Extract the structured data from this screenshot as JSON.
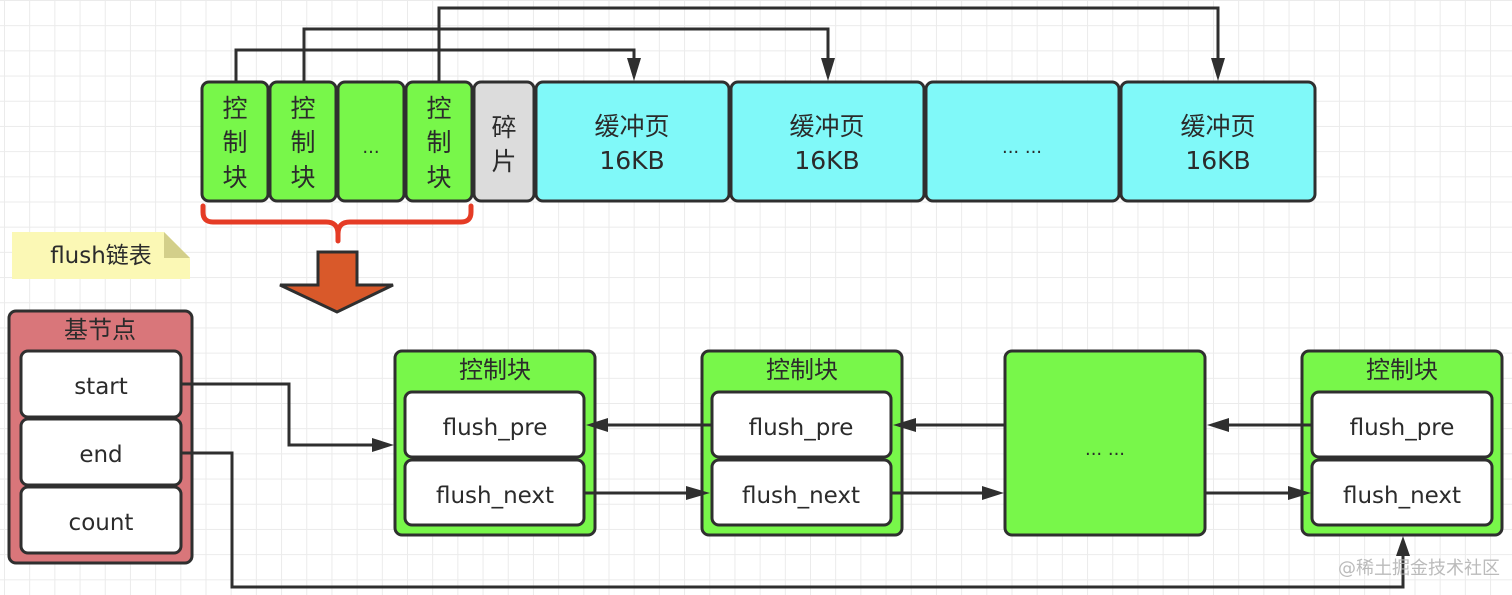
{
  "colors": {
    "control_block": "#78f74a",
    "fragment": "#dcdcdc",
    "buffer_page": "#80f9f9",
    "base_node": "#d9767a",
    "field": "#ffffff",
    "note": "#fbf8b5",
    "note_fold": "#d3cf8a",
    "bracket": "#e53b25",
    "big_arrow": "#d9592a",
    "stroke": "#2f2f2f"
  },
  "memory_row": {
    "control_blocks": [
      {
        "lines": [
          "控",
          "制",
          "块"
        ]
      },
      {
        "lines": [
          "控",
          "制",
          "块"
        ]
      },
      {
        "lines": [
          "..."
        ]
      },
      {
        "lines": [
          "控",
          "制",
          "块"
        ]
      }
    ],
    "fragment": {
      "lines": [
        "碎",
        "片"
      ]
    },
    "buffer_pages": [
      {
        "title": "缓冲页",
        "size": "16KB"
      },
      {
        "title": "缓冲页",
        "size": "16KB"
      },
      {
        "title": "... ...",
        "size": ""
      },
      {
        "title": "缓冲页",
        "size": "16KB"
      }
    ]
  },
  "note": {
    "label": "flush链表"
  },
  "base_node": {
    "title": "基节点",
    "fields": [
      "start",
      "end",
      "count"
    ]
  },
  "flush_list": {
    "nodes": [
      {
        "title": "控制块",
        "fields": [
          "flush_pre",
          "flush_next"
        ]
      },
      {
        "title": "控制块",
        "fields": [
          "flush_pre",
          "flush_next"
        ]
      },
      {
        "title": "... ...",
        "fields": []
      },
      {
        "title": "控制块",
        "fields": [
          "flush_pre",
          "flush_next"
        ]
      }
    ]
  },
  "watermark": "@稀土掘金技术社区"
}
